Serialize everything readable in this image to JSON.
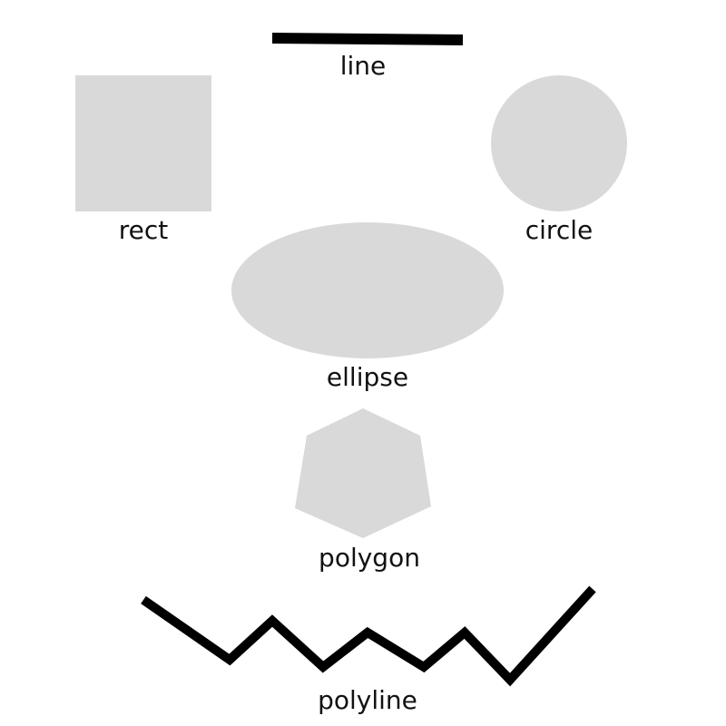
{
  "labels": {
    "line": "line",
    "rect": "rect",
    "circle": "circle",
    "ellipse": "ellipse",
    "polygon": "polygon",
    "polyline": "polyline"
  },
  "colors": {
    "background": "#ffffff",
    "shape_fill": "#d9d9d9",
    "stroke": "#000000",
    "text": "#111111"
  }
}
